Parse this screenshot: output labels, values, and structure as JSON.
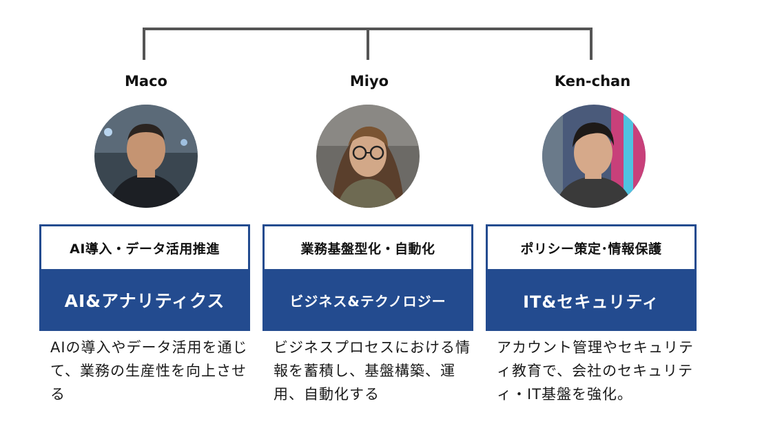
{
  "members": [
    {
      "name": "Maco",
      "role": "AI導入・データ活用推進",
      "team": "AI&アナリティクス",
      "description": "AIの導入やデータ活用を通じて、業務の生産性を向上させる"
    },
    {
      "name": "Miyo",
      "role": "業務基盤型化・自動化",
      "team": "ビジネス&テクノロジー",
      "description": "ビジネスプロセスにおける情報を蓄積し、基盤構築、運用、自動化する"
    },
    {
      "name": "Ken-chan",
      "role": "ポリシー策定･情報保護",
      "team": "IT&セキュリティ",
      "description": "アカウント管理やセキュリティ教育で、会社のセキュリティ・IT基盤を強化。"
    }
  ],
  "colors": {
    "accent": "#234b8f",
    "connector": "#555555"
  }
}
